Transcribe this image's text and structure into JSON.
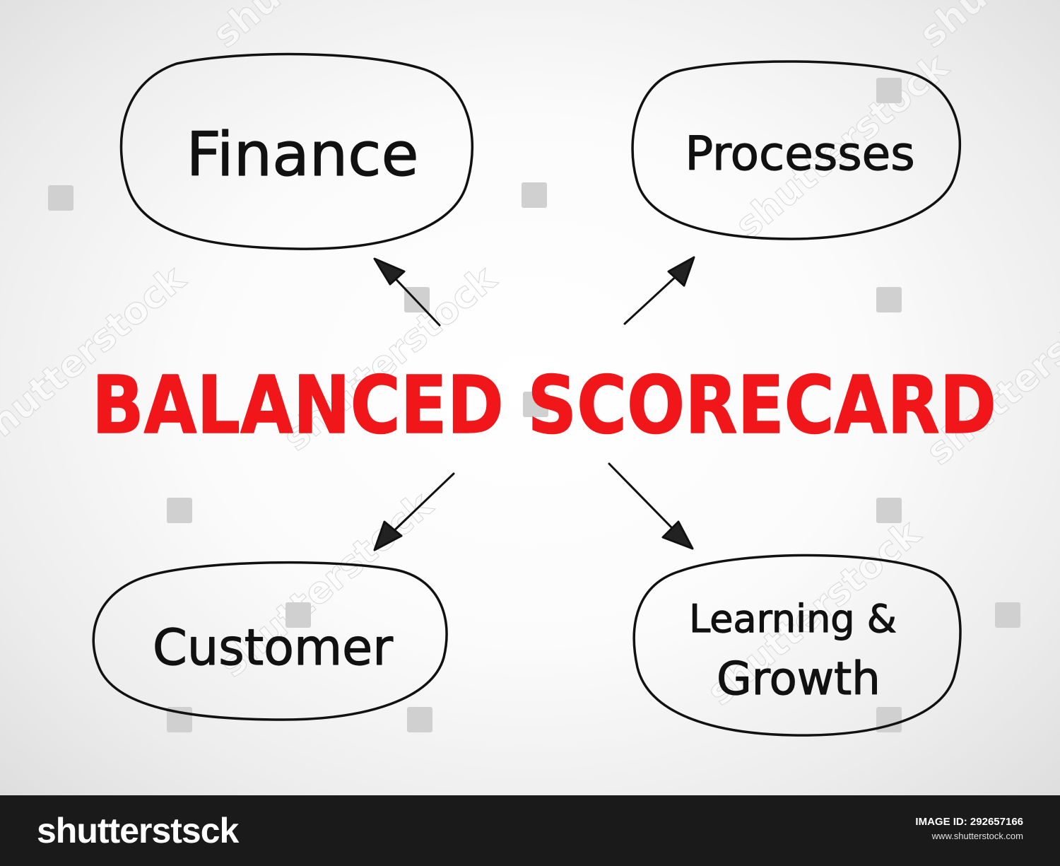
{
  "diagram": {
    "title": "BALANCED SCORECARD",
    "nodes": [
      {
        "id": "finance",
        "label": "Finance"
      },
      {
        "id": "processes",
        "label": "Processes"
      },
      {
        "id": "customer",
        "label": "Customer"
      },
      {
        "id": "learning",
        "label_line1": "Learning &",
        "label_line2": "Growth"
      }
    ],
    "edges": [
      {
        "from": "center",
        "to": "finance"
      },
      {
        "from": "center",
        "to": "processes"
      },
      {
        "from": "center",
        "to": "customer"
      },
      {
        "from": "center",
        "to": "learning"
      }
    ],
    "colors": {
      "title": "#f0161a",
      "ink": "#111111",
      "footer_bg": "#1a1a1a"
    }
  },
  "watermark": {
    "text": "shutterstock",
    "icon": "shutterstock-glyph-icon"
  },
  "footer": {
    "logo": "shutterstsck",
    "image_id": "IMAGE ID: 292657166",
    "url": "www.shutterstock.com"
  }
}
